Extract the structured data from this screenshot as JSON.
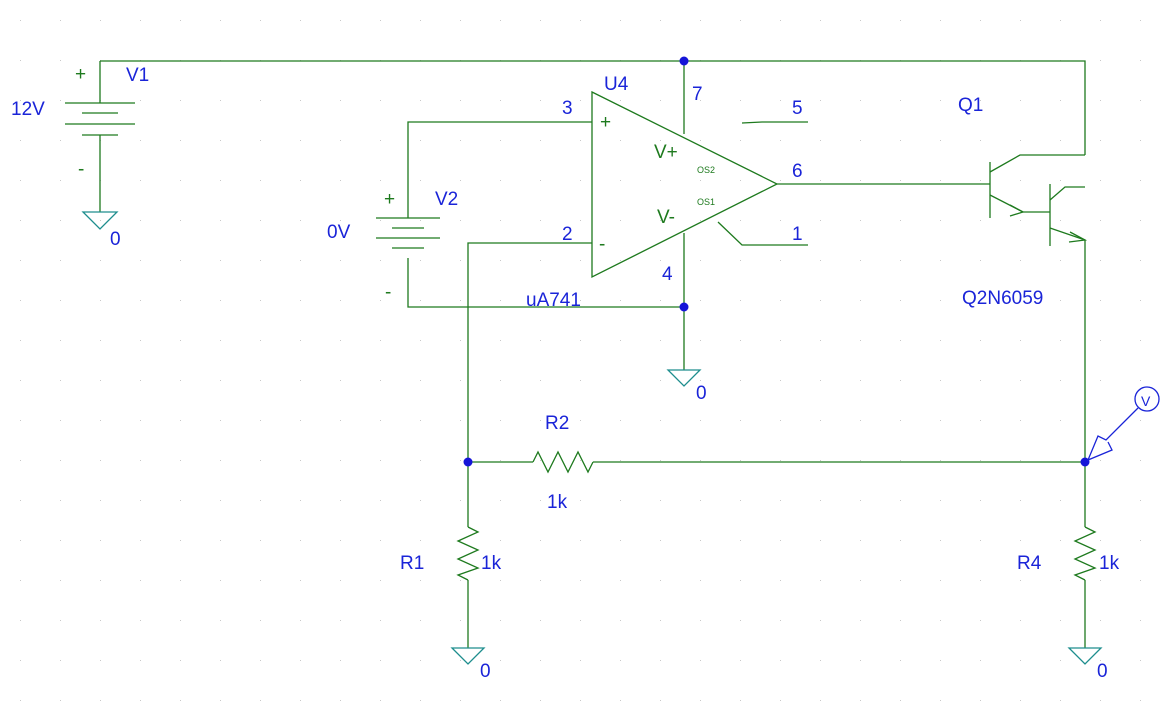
{
  "colors": {
    "wire": "#1e7a1e",
    "label": "#1a24d8",
    "node": "#1515d8",
    "ground": "#1e8e8e",
    "grid_dot": "#c8c8c8"
  },
  "v1": {
    "ref": "V1",
    "value": "12V",
    "plus": "+",
    "minus": "-",
    "gnd": "0"
  },
  "v2": {
    "ref": "V2",
    "value": "0V",
    "plus": "+",
    "minus": "-"
  },
  "u4": {
    "ref": "U4",
    "model": "uA741",
    "pin_noninv": "3",
    "pin_inv": "2",
    "pin_vpos": "7",
    "pin_vneg": "4",
    "pin_out": "6",
    "pin_os2": "5",
    "pin_os1": "1",
    "lbl_vpos": "V+",
    "lbl_vneg": "V-",
    "lbl_os2": "OS2",
    "lbl_os1": "OS1",
    "plus": "+",
    "minus": "-",
    "gnd": "0"
  },
  "q1": {
    "ref": "Q1",
    "model": "Q2N6059"
  },
  "r1": {
    "ref": "R1",
    "value": "1k",
    "gnd": "0"
  },
  "r2": {
    "ref": "R2",
    "value": "1k"
  },
  "r4": {
    "ref": "R4",
    "value": "1k",
    "gnd": "0"
  },
  "probe": {
    "label": "V"
  }
}
